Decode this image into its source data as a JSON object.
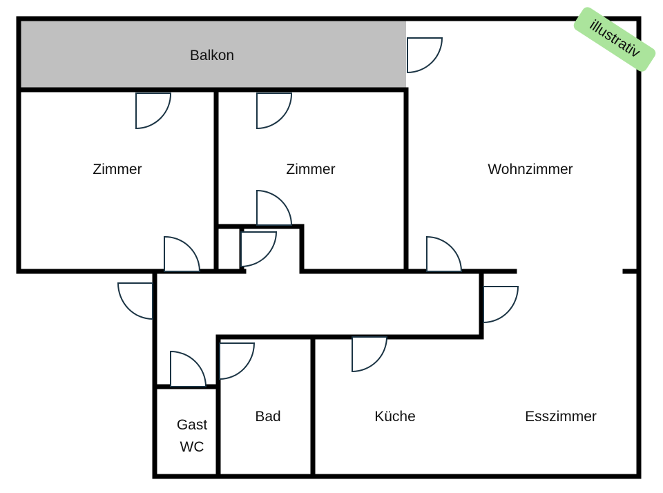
{
  "badge": "illustrativ",
  "rooms": {
    "balkon": "Balkon",
    "zimmer1": "Zimmer",
    "zimmer2": "Zimmer",
    "wohnzimmer": "Wohnzimmer",
    "gast_wc_line1": "Gast",
    "gast_wc_line2": "WC",
    "bad": "Bad",
    "kueche": "Küche",
    "esszimmer": "Esszimmer"
  },
  "colors": {
    "balkon_fill": "#c0c0c0",
    "badge": "#abe49c",
    "door": "#1b3444"
  }
}
